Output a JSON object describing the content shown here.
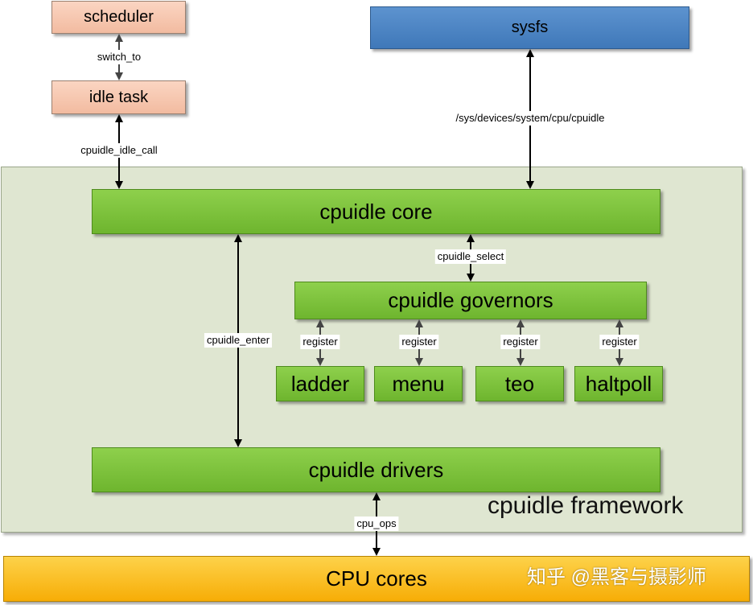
{
  "nodes": {
    "scheduler": "scheduler",
    "idle_task": "idle task",
    "sysfs": "sysfs",
    "cpuidle_core": "cpuidle core",
    "cpuidle_governors": "cpuidle governors",
    "ladder": "ladder",
    "menu": "menu",
    "teo": "teo",
    "haltpoll": "haltpoll",
    "cpuidle_drivers": "cpuidle drivers",
    "cpu_cores": "CPU cores"
  },
  "group": {
    "framework_label": "cpuidle framework"
  },
  "edges": {
    "switch_to": "switch_to",
    "cpuidle_idle_call": "cpuidle_idle_call",
    "sysfs_path": "/sys/devices/system/cpu/cpuidle",
    "cpuidle_select": "cpuidle_select",
    "cpuidle_enter": "cpuidle_enter",
    "register_ladder": "register",
    "register_menu": "register",
    "register_teo": "register",
    "register_haltpoll": "register",
    "cpu_ops": "cpu_ops"
  },
  "watermark": "知乎 @黑客与摄影师",
  "colors": {
    "peach": "#f2bba0",
    "sysfs_blue": "#4a82c3",
    "framework_bg": "#dfe6d1",
    "green": "#7cc23a",
    "cpu_orange": "#f9b91c"
  }
}
